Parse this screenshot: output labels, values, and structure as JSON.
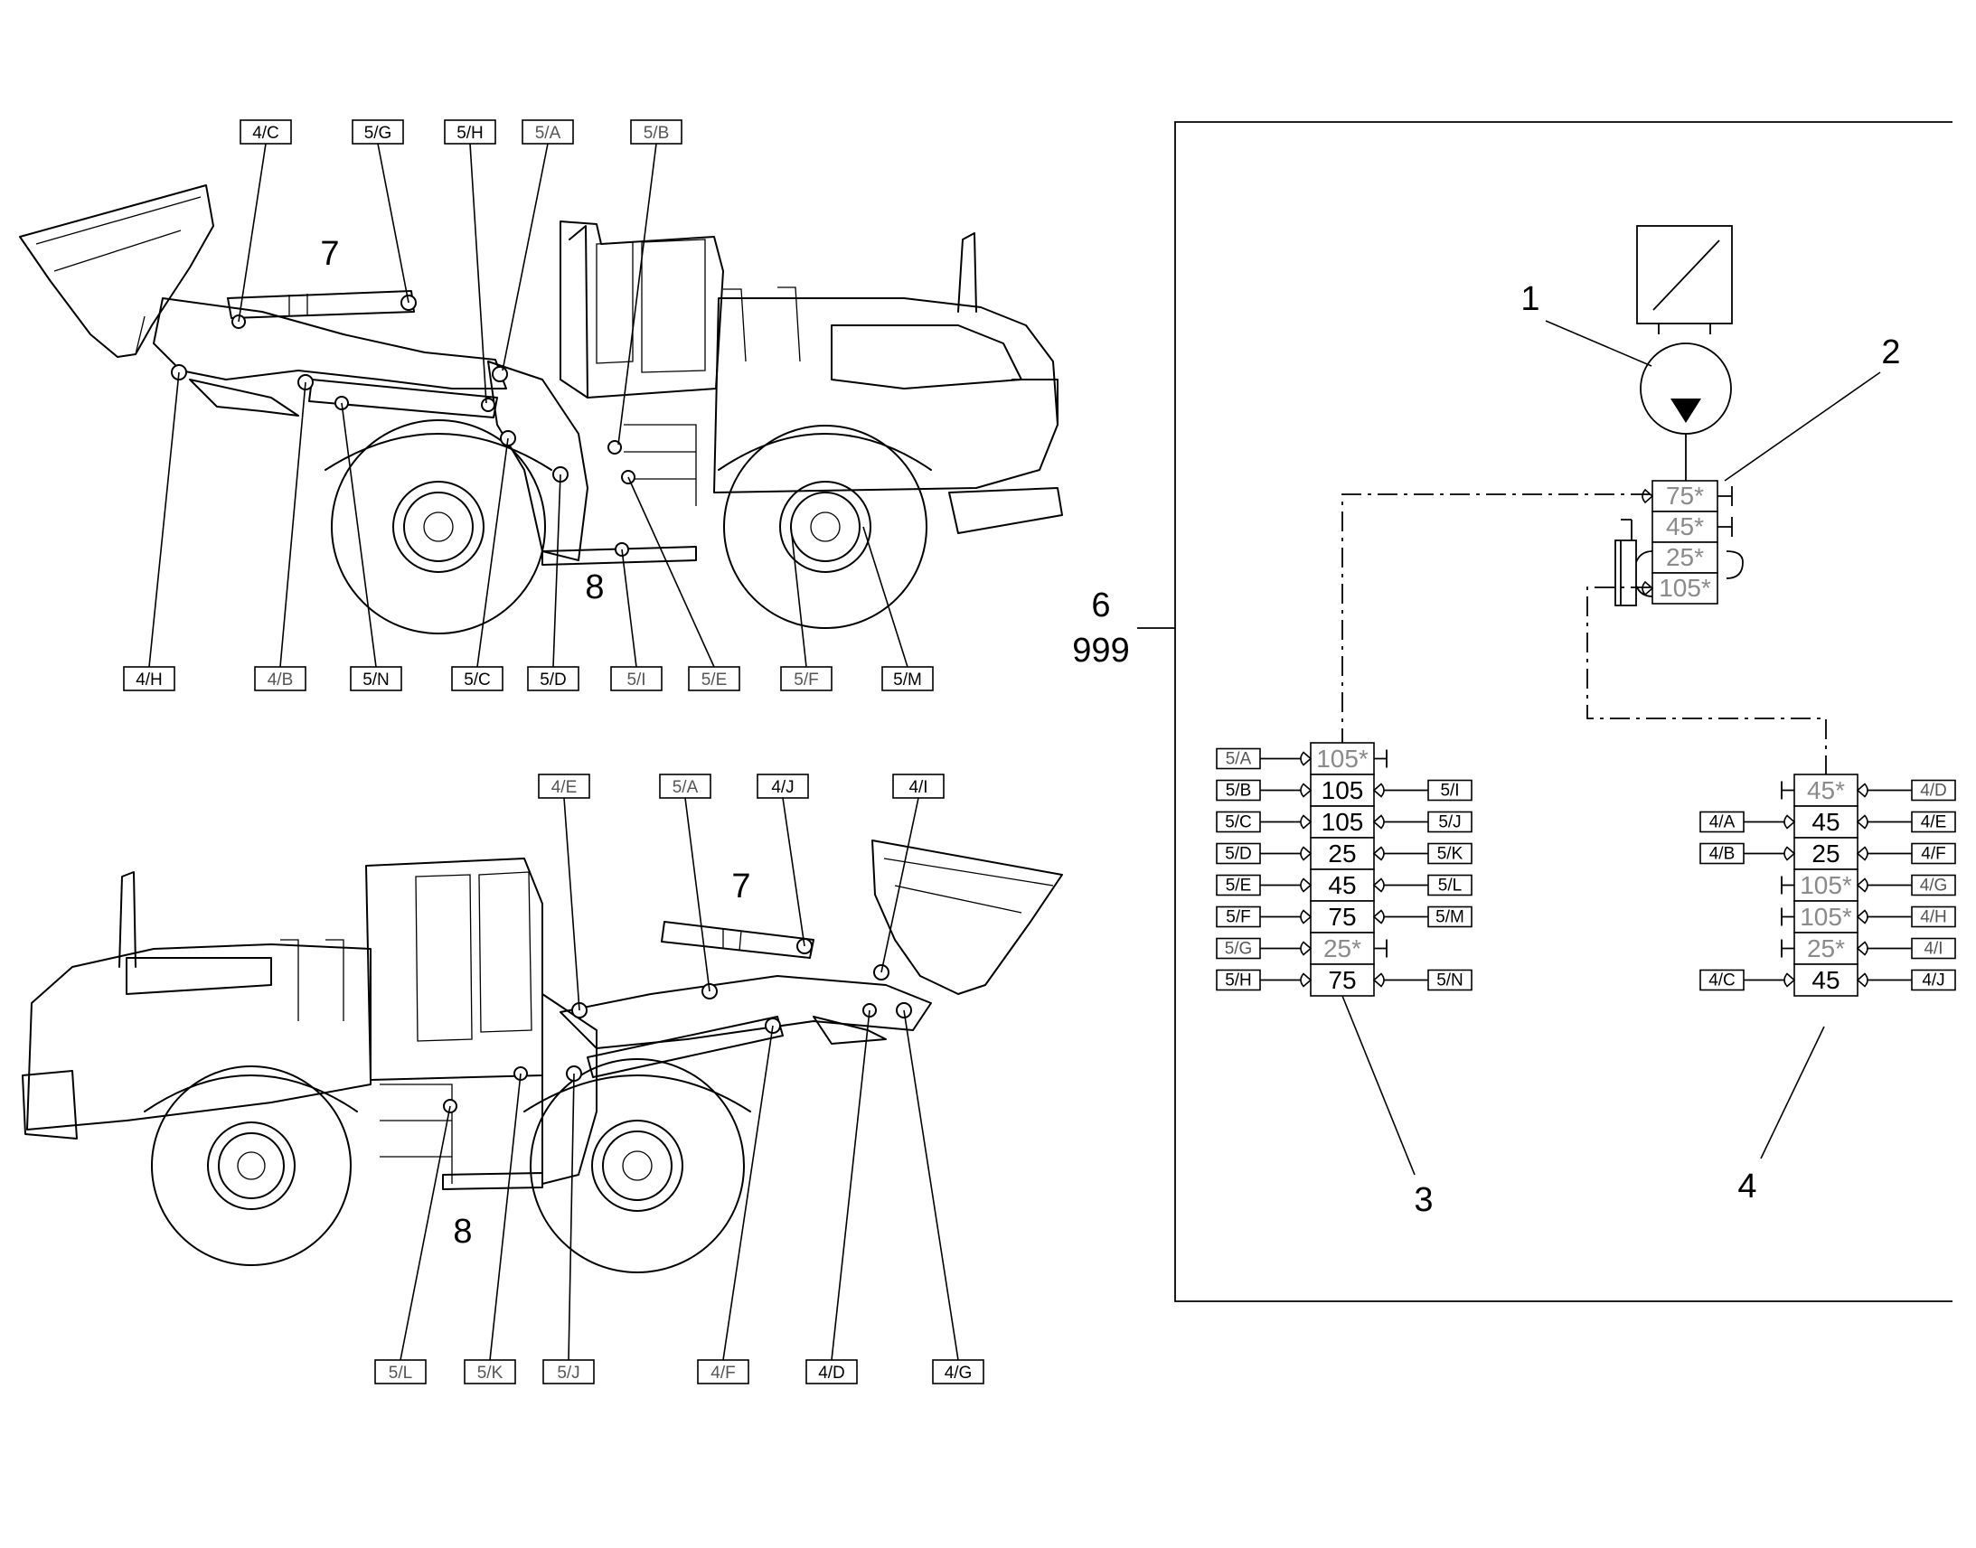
{
  "top_view": {
    "ref_upper": "7",
    "ref_lower": "8",
    "tags_top": [
      "4/C",
      "5/G",
      "5/H",
      "5/A",
      "5/B"
    ],
    "tags_bottom": [
      "4/H",
      "4/B",
      "5/N",
      "5/C",
      "5/D",
      "5/I",
      "5/E",
      "5/F",
      "5/M"
    ]
  },
  "bottom_view": {
    "ref_upper": "7",
    "ref_lower": "8",
    "tags_top": [
      "4/E",
      "5/A",
      "4/J",
      "4/I"
    ],
    "tags_bottom": [
      "5/L",
      "5/K",
      "5/J",
      "4/F",
      "4/D",
      "4/G"
    ]
  },
  "schematic": {
    "ref_pump": "1",
    "ref_pump_block": "2",
    "ref_block_left": "3",
    "ref_block_right": "4",
    "ref_frame_a": "6",
    "ref_frame_b": "999",
    "pump_block": [
      {
        "value": "75*",
        "grey": true
      },
      {
        "value": "45*",
        "grey": true
      },
      {
        "value": "25*",
        "grey": true
      },
      {
        "value": "105*",
        "grey": true
      }
    ],
    "block_left": [
      {
        "value": "105*",
        "grey": true,
        "left": "5/A",
        "right": ""
      },
      {
        "value": "105",
        "grey": false,
        "left": "5/B",
        "right": "5/I"
      },
      {
        "value": "105",
        "grey": false,
        "left": "5/C",
        "right": "5/J"
      },
      {
        "value": "25",
        "grey": false,
        "left": "5/D",
        "right": "5/K"
      },
      {
        "value": "45",
        "grey": false,
        "left": "5/E",
        "right": "5/L"
      },
      {
        "value": "75",
        "grey": false,
        "left": "5/F",
        "right": "5/M"
      },
      {
        "value": "25*",
        "grey": true,
        "left": "5/G",
        "right": ""
      },
      {
        "value": "75",
        "grey": false,
        "left": "5/H",
        "right": "5/N"
      }
    ],
    "block_right": [
      {
        "value": "45*",
        "grey": true,
        "left": "",
        "right": "4/D"
      },
      {
        "value": "45",
        "grey": false,
        "left": "4/A",
        "right": "4/E"
      },
      {
        "value": "25",
        "grey": false,
        "left": "4/B",
        "right": "4/F"
      },
      {
        "value": "105*",
        "grey": true,
        "left": "",
        "right": "4/G"
      },
      {
        "value": "105*",
        "grey": true,
        "left": "",
        "right": "4/H"
      },
      {
        "value": "25*",
        "grey": true,
        "left": "",
        "right": "4/I"
      },
      {
        "value": "45",
        "grey": false,
        "left": "4/C",
        "right": "4/J"
      }
    ]
  }
}
